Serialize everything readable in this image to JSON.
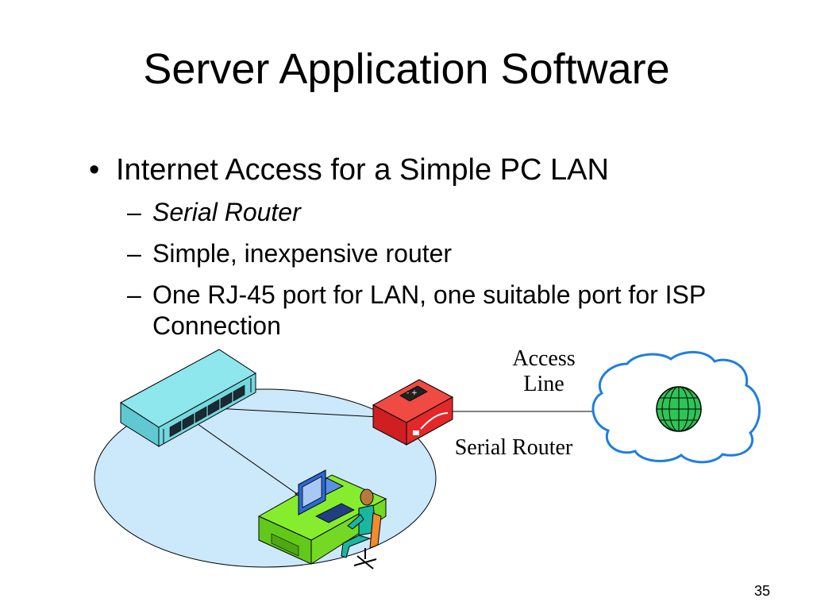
{
  "slide": {
    "title": "Server Application Software",
    "bullet": "Internet Access for a Simple PC LAN",
    "sub_bullets": [
      "Serial Router",
      "Simple, inexpensive router",
      "One RJ-45 port for LAN, one suitable port for ISP Connection"
    ],
    "bullet_marker": "•",
    "dash_marker": "–",
    "page_number": "35"
  },
  "diagram": {
    "access_line_label": "Access\nLine",
    "router_label": "Serial Router",
    "colors": {
      "lan_ellipse": "#cce8fb",
      "hub": "#8de7ec",
      "router": "#e3282a",
      "cloud_border": "#1f7ee0",
      "globe": "#2ec456",
      "desk": "#86ed2e",
      "monitor": "#2a6ad8"
    },
    "icons": [
      "hub-icon",
      "router-icon",
      "cloud-icon",
      "globe-icon",
      "workstation-icon"
    ]
  }
}
